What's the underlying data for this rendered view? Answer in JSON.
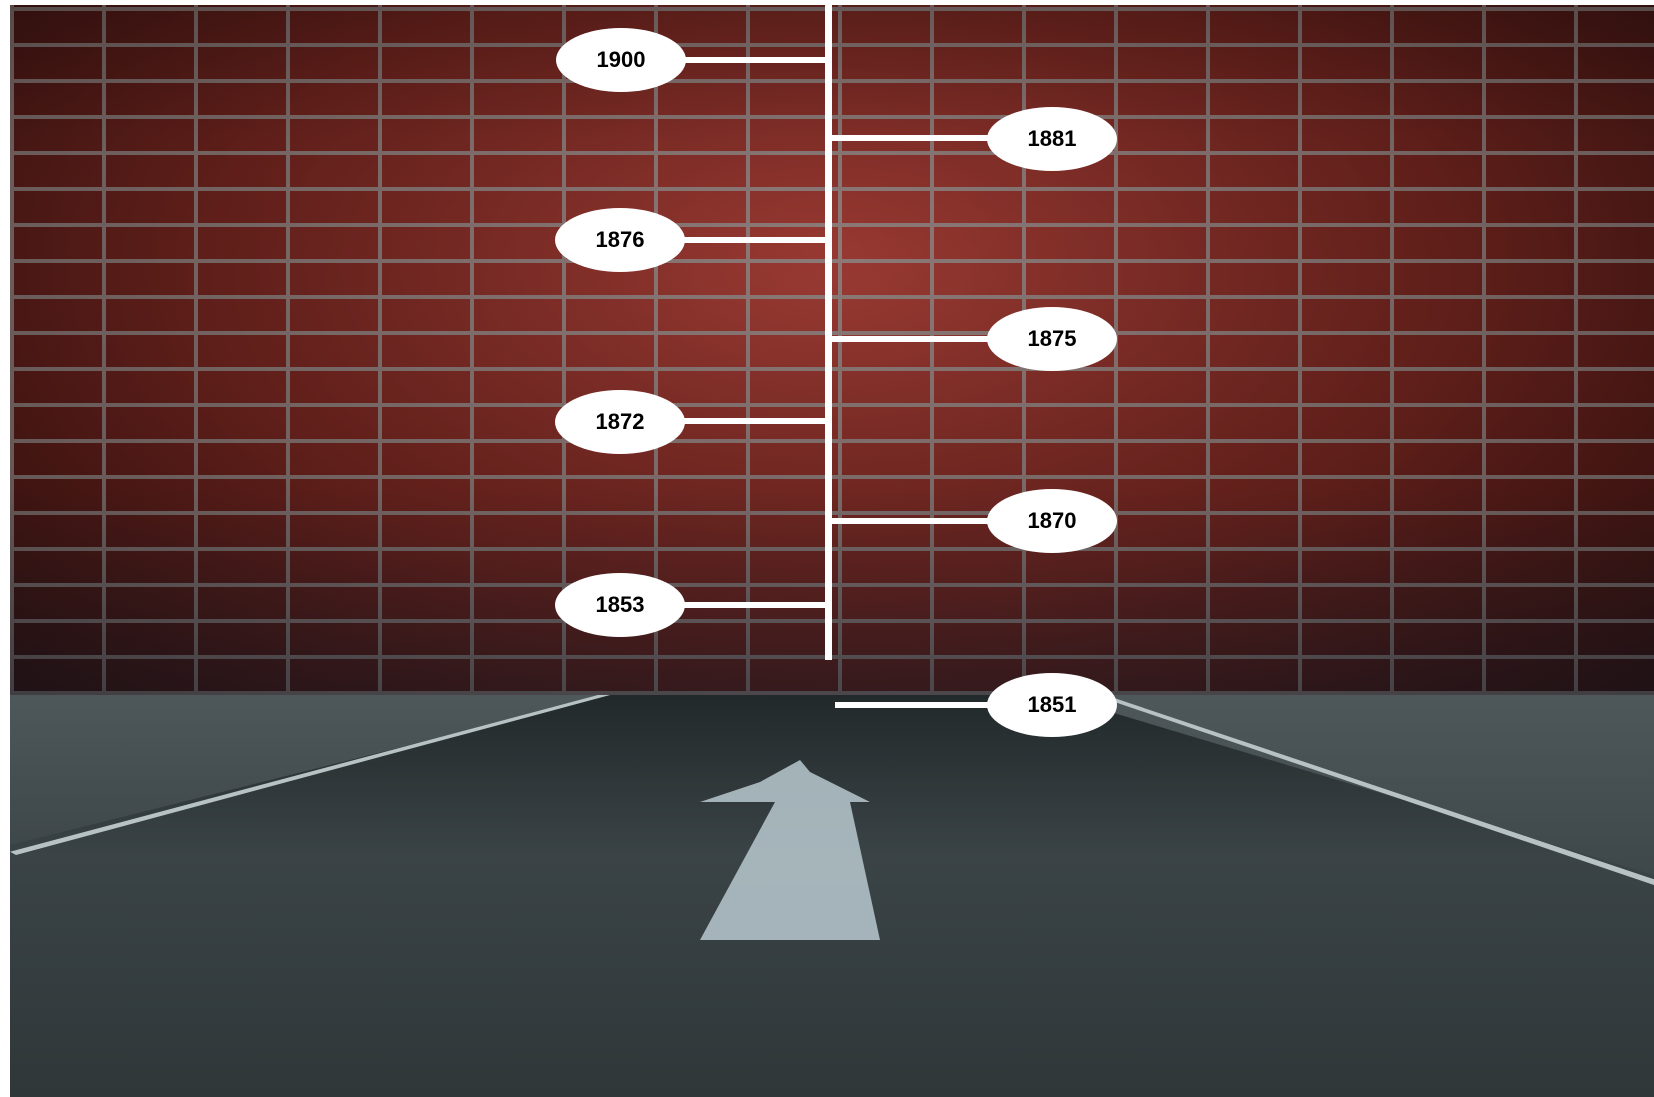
{
  "timeline": {
    "years": [
      "1900",
      "1881",
      "1876",
      "1875",
      "1872",
      "1870",
      "1853",
      "1851"
    ]
  },
  "colors": {
    "wall": "#7a2a25",
    "ground": "#343d40",
    "line": "#ffffff",
    "oval": "#ffffff",
    "text": "#000000"
  },
  "icons": [
    "up-arrow-road-marking-icon"
  ]
}
